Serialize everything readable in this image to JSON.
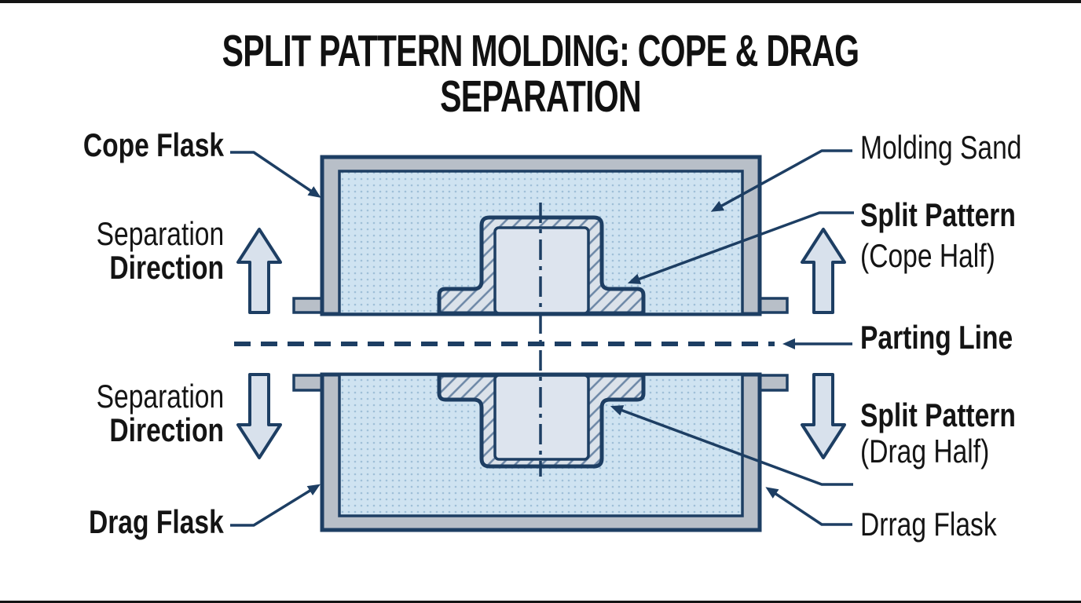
{
  "title": "SPLIT PATTERN MOLDING: COPE & DRAG SEPARATION",
  "labels": {
    "cope_flask": "Cope Flask",
    "separation_direction": {
      "line1": "Separation",
      "line2": "Direction"
    },
    "drag_flask_left": "Drag Flask",
    "molding_sand": "Molding Sand",
    "split_pattern_cope": {
      "line1": "Split Pattern",
      "line2": "(Cope Half)"
    },
    "parting_line": "Parting Line",
    "split_pattern_drag": {
      "line1": "Split Pattern",
      "line2": "(Drag Half)"
    },
    "drag_flask_right": "Drrag Flask"
  },
  "diagram": {
    "parts": [
      "cope-flask",
      "drag-flask",
      "molding-sand",
      "split-pattern-cope-half",
      "split-pattern-drag-half",
      "parting-line",
      "separation-direction-arrows"
    ],
    "colors": {
      "outline_navy": "#1d3e63",
      "flask_gray": "#b8bfc8",
      "sand_blue": "#cfe3f1",
      "sand_dot": "#9fbfd8",
      "pattern_interior": "#dde4ee",
      "hatch_background": "#dbe2ea",
      "hatch_line": "#6c87a6",
      "arrow_fill": "#d8e1ec",
      "text": "#141414"
    }
  }
}
